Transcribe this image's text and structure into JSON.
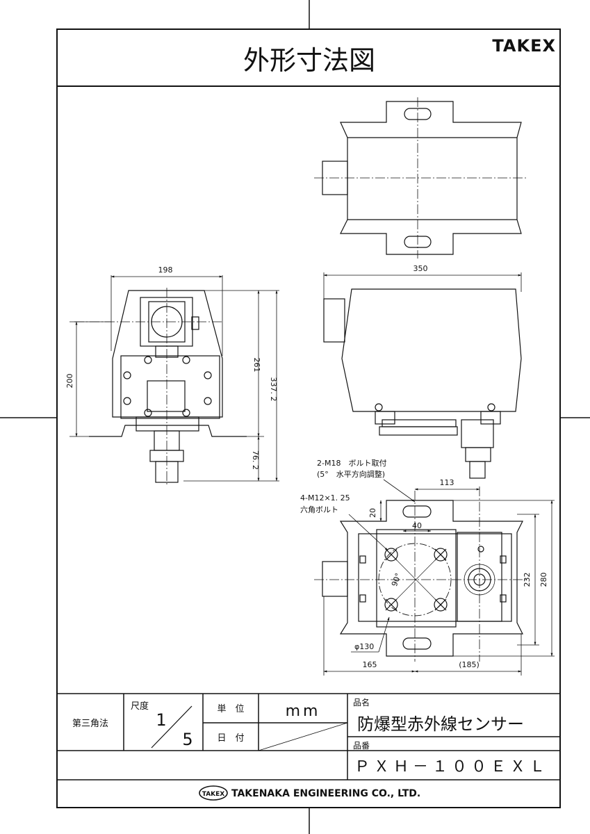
{
  "header": {
    "title": "外形寸法図",
    "brand": "TAKEX"
  },
  "dimensions": {
    "front_width": "198",
    "front_height_200": "200",
    "front_height_261": "261",
    "front_height_337": "337. 2",
    "front_height_76": "76. 2",
    "side_width": "350",
    "bottom_113": "113",
    "bottom_20": "20",
    "bottom_40": "40",
    "bottom_232": "232",
    "bottom_280": "280",
    "bottom_165": "165",
    "bottom_185": "(185)",
    "bottom_angle": "90°",
    "bottom_diameter": "φ130"
  },
  "notes": {
    "bolt_mount_line1": "2-M18　ボルト取付",
    "bolt_mount_line2": "(5°　水平方向調整)",
    "hex_bolt_line1": "4-M12×1. 25",
    "hex_bolt_line2": "六角ボルト"
  },
  "title_block": {
    "projection": "第三角法",
    "scale_label": "尺度",
    "scale_num": "1",
    "scale_den": "5",
    "unit_label": "単　位",
    "unit_value": "mm",
    "date_label": "日　付",
    "product_name_label": "品名",
    "product_name": "防爆型赤外線センサー",
    "product_no_label": "品番",
    "product_no": "ＰＸＨ－１００ＥＸＬ",
    "logo_text": "TAKEX",
    "company": "TAKENAKA ENGINEERING CO., LTD."
  }
}
